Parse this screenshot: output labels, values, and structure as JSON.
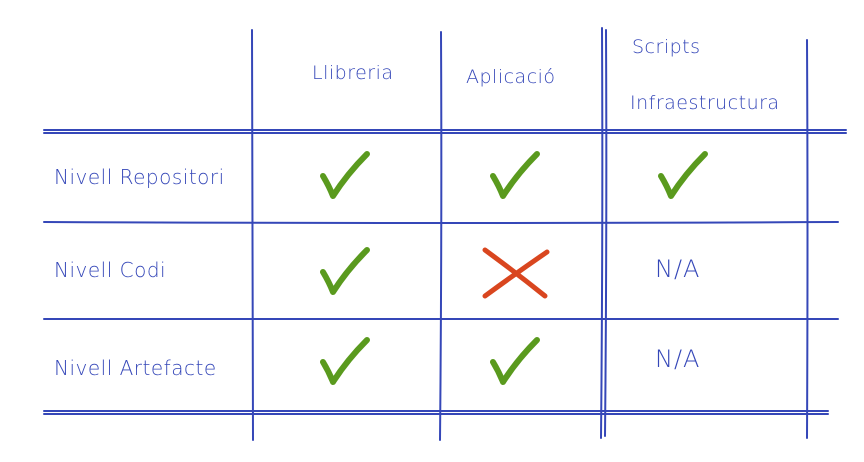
{
  "columns": [
    {
      "lines": [
        "Llibreria"
      ]
    },
    {
      "lines": [
        "Aplicació"
      ]
    },
    {
      "lines": [
        "Scripts",
        "Infraestructura"
      ]
    }
  ],
  "rows": [
    {
      "label": "Nivell Repositori",
      "cells": [
        "check",
        "check",
        "check"
      ]
    },
    {
      "label": "Nivell Codi",
      "cells": [
        "check",
        "cross",
        "N/A"
      ]
    },
    {
      "label": "Nivell Artefacte",
      "cells": [
        "check",
        "check",
        "N/A"
      ]
    }
  ],
  "colors": {
    "grid": "#3547b8",
    "check": "#5a9a1e",
    "cross": "#d9461f",
    "text": "#3547b8"
  }
}
